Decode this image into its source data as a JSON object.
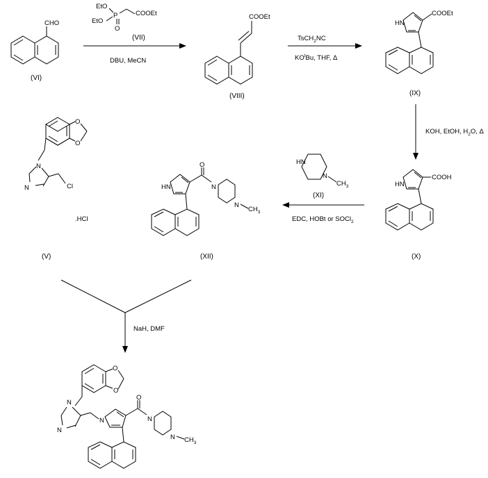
{
  "compounds": {
    "VI": {
      "label": "(VI)",
      "cho": "CHO"
    },
    "VII": {
      "label": "(VII)",
      "et_o_1": "EtO",
      "et_o_2": "EtO",
      "p": "P",
      "o": "O",
      "cooet": "COOEt"
    },
    "VIII": {
      "label": "(VIII)",
      "cooet": "COOEt"
    },
    "IX": {
      "label": "(IX)",
      "hn": "HN",
      "cooet": "COOEt"
    },
    "X": {
      "label": "(X)",
      "hn": "HN",
      "cooh": "COOH"
    },
    "XI": {
      "label": "(XI)",
      "hn": "HN",
      "n": "N",
      "ch3": "CH3"
    },
    "XII": {
      "label": "(XII)",
      "hn": "HN",
      "o": "O",
      "n1": "N",
      "n2": "N",
      "ch3": "CH3"
    },
    "V": {
      "label": "(V)",
      "n1": "N",
      "n2": "N",
      "cl": "Cl",
      "hcl": ".HCl",
      "o1": "O",
      "o2": "O"
    },
    "product": {
      "n_ring1": "N",
      "n_ring2": "N",
      "n_pyrrole": "N",
      "n_pip1": "N",
      "n_pip2": "N",
      "o_carbonyl": "O",
      "o1": "O",
      "o2": "O",
      "ch3": "CH3"
    }
  },
  "reactions": {
    "step1": {
      "reagents": "DBU, MeCN"
    },
    "step2": {
      "reagent_top": "TsCH2NC",
      "reagent_bottom": "KOtBu, THF, Δ"
    },
    "step3": {
      "reagents": "KOH, EtOH, H2O, Δ"
    },
    "step4": {
      "reagents": "EDC, HOBt or SOCl2"
    },
    "step5": {
      "reagents": "NaH, DMF"
    }
  }
}
